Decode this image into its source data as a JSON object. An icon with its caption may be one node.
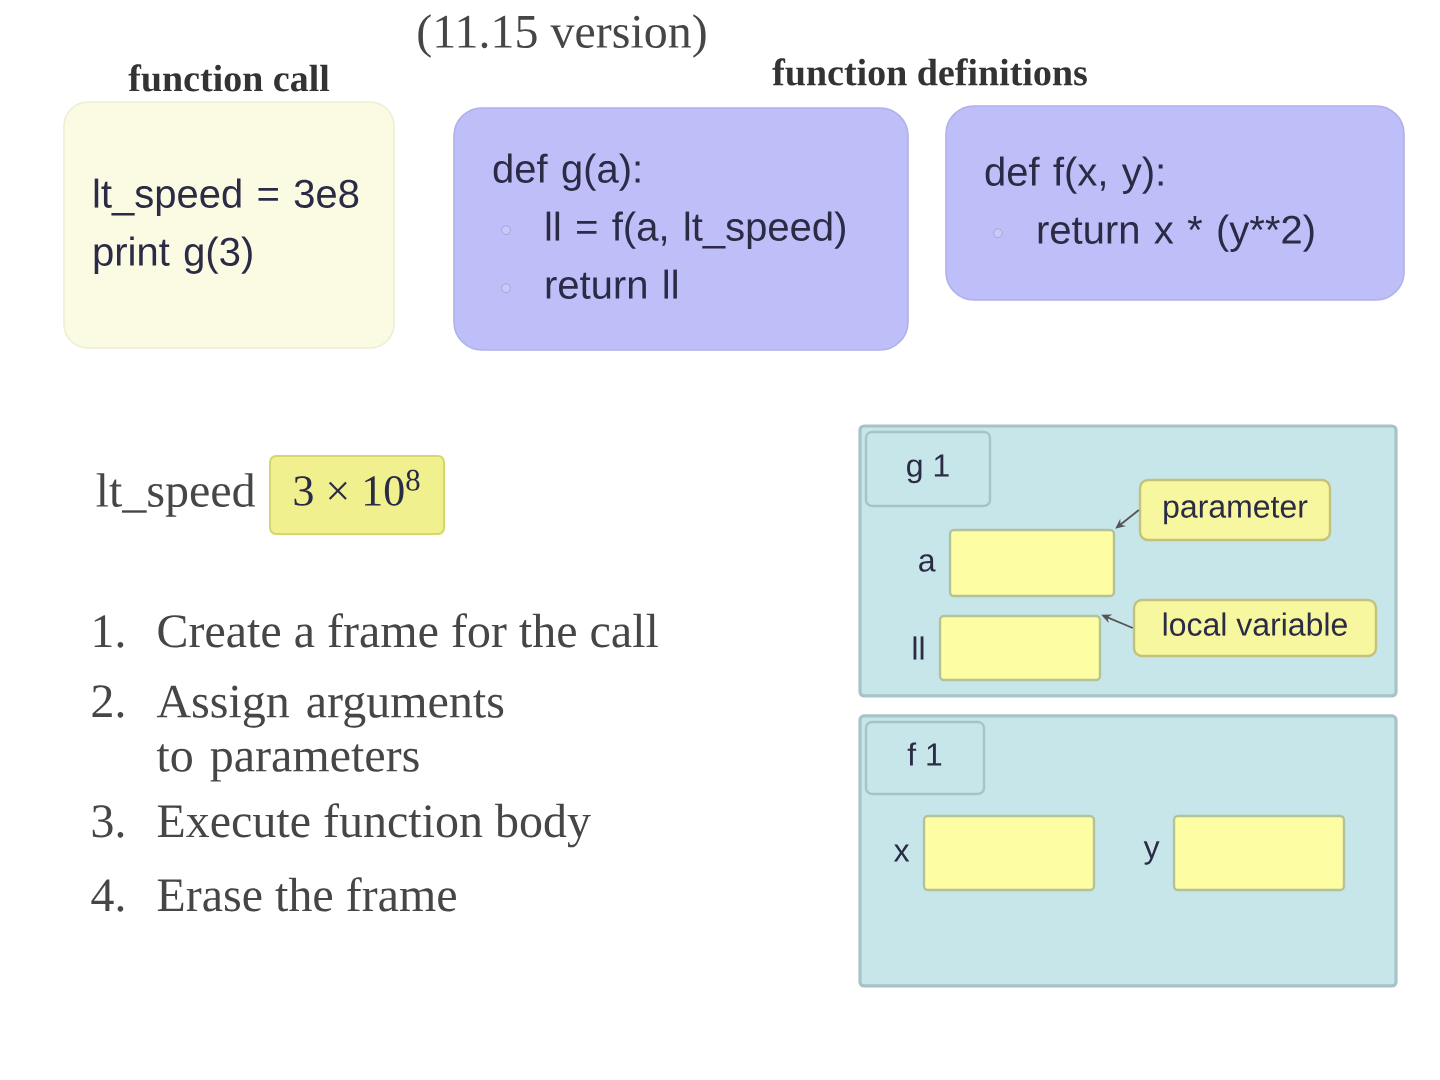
{
  "diagram": {
    "nodes": [
      {
        "text": [
          "lt_speed = 3e8",
          "print g(3)"
        ],
        "beside": [
          "function call"
        ]
      },
      {
        "text": [
          "def g(a):",
          "ll = f(a, lt_speed)",
          "return ll"
        ]
      },
      {
        "text": [
          "def f(x, y):",
          "return x * (y**2)"
        ]
      },
      {
        "text": [
          "3 × 10$^{8}$"
        ],
        "beside": [
          "lt_speed"
        ]
      },
      {
        "text": [],
        "shape": "box"
      },
      {
        "text": [
          "g 1"
        ],
        "in": 4
      },
      {
        "text": [],
        "shape": "box",
        "in": 4,
        "beside": [
          "a"
        ]
      },
      {
        "text": [],
        "shape": "box",
        "in": 4,
        "beside": [
          "ll"
        ]
      },
      {
        "text": [
          "parameter"
        ],
        "in": 4
      },
      {
        "text": [
          "local variable"
        ],
        "in": 4
      },
      {
        "text": [],
        "shape": "box"
      },
      {
        "text": [
          "f 1"
        ],
        "in": 10
      },
      {
        "text": [],
        "shape": "box",
        "in": 10,
        "beside": [
          "x"
        ]
      },
      {
        "text": [],
        "shape": "box",
        "in": 10,
        "beside": [
          "y"
        ]
      }
    ],
    "edges": [
      {
        "from": 8,
        "to": 6,
        "arrow": "to"
      },
      {
        "from": 9,
        "to": 7,
        "arrow": "to"
      }
    ],
    "labels": [
      "(11.15 version)",
      "function definitions",
      "1.",
      "Create a frame for the call",
      "2.",
      "Assign arguments to parameters",
      "3.",
      "Execute function body",
      "4.",
      "Erase the frame"
    ]
  }
}
